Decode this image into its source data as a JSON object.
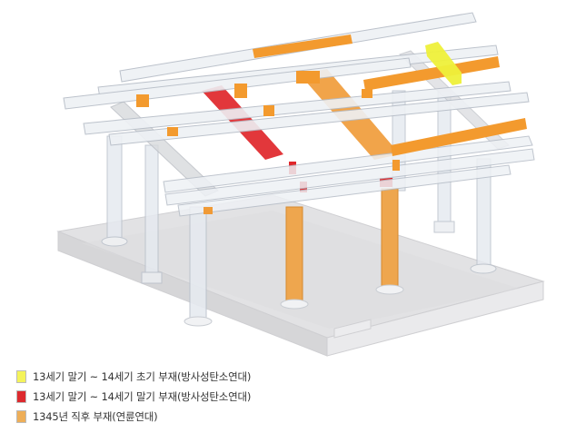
{
  "diagram": {
    "title": "",
    "subject": "timber-frame-structure-dating",
    "colors": {
      "background": "#ffffff",
      "platform_top": "#e6e6e8",
      "platform_side": "#d4d4d6",
      "member_default": "#e4e8ee",
      "member_edge": "#b8bec8",
      "early": "#eef03a",
      "late": "#e0262a",
      "post1345": "#f39a2e"
    }
  },
  "legend": {
    "items": [
      {
        "label": "13세기 말기 ~ 14세기 초기 부재(방사성탄소연대)",
        "color": "#f4f35a"
      },
      {
        "label": "13세기 말기 ~ 14세기 말기 부재(방사성탄소연대)",
        "color": "#dd2a2e"
      },
      {
        "label": "1345년 직후 부재(연륜연대)",
        "color": "#eeae58"
      }
    ]
  }
}
